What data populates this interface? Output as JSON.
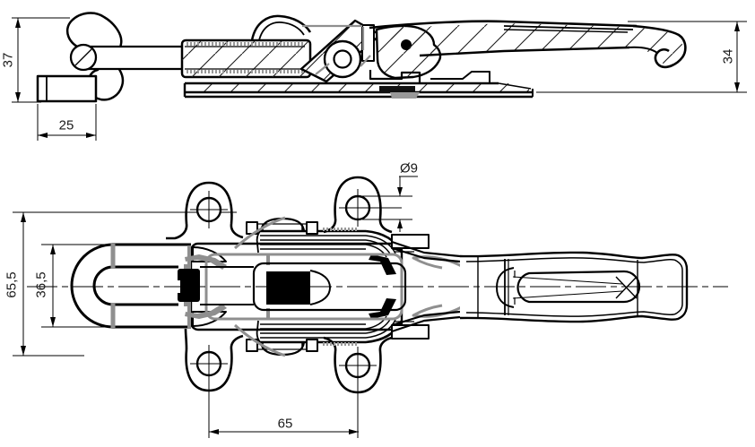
{
  "drawing": {
    "description": "Two-view technical drawing of an adjustable toggle latch fastener",
    "views": {
      "top": "side elevation",
      "bottom": "plan view"
    }
  },
  "dimensions": {
    "side": {
      "overall_height": "37",
      "hook_block_width": "25",
      "lever_stack_height": "34"
    },
    "plan": {
      "overall_width": "65,5",
      "loop_width": "36,5",
      "hole_diameter": "Ø9",
      "hole_spacing": "65"
    }
  },
  "colors": {
    "line": "#000000",
    "secondary_line": "#8f8f8f",
    "background": "#ffffff"
  }
}
